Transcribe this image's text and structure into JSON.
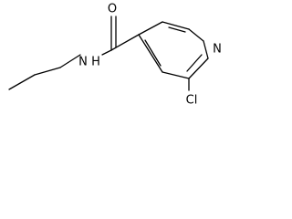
{
  "molecule": {
    "atoms": {
      "oxygen": "O",
      "ring_nitrogen": "N",
      "amide_nitrogen": "N",
      "amide_hydrogen": "H",
      "chlorine": "Cl"
    },
    "colors": {
      "bond": "#000000",
      "label": "#000000",
      "background": "#ffffff"
    }
  }
}
